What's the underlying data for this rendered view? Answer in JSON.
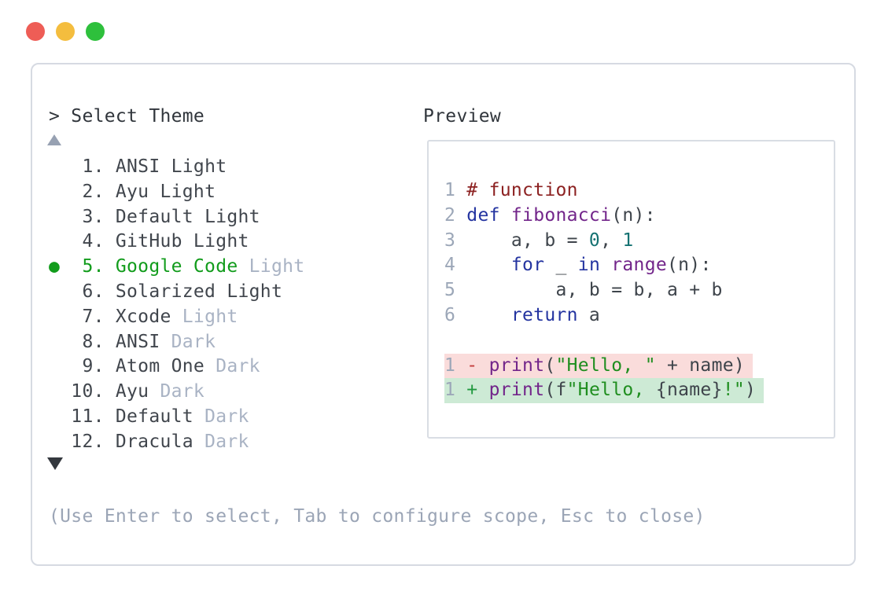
{
  "window": {
    "traffic_lights": [
      {
        "name": "close",
        "color": "#ee5d56"
      },
      {
        "name": "minimize",
        "color": "#f4bd3e"
      },
      {
        "name": "zoom",
        "color": "#2ec03c"
      }
    ]
  },
  "header": {
    "title": "> Select Theme",
    "preview_label": "Preview"
  },
  "icons": {
    "scroll_up": "triangle-up",
    "scroll_down": "triangle-down",
    "selected_bullet": "circle"
  },
  "theme_list": {
    "selected_item": "5. Google Code Light",
    "items": [
      {
        "pre": "   1. ANSI",
        "suffix": " Light",
        "selected": false,
        "muted": false
      },
      {
        "pre": "   2. Ayu",
        "suffix": " Light",
        "selected": false,
        "muted": false
      },
      {
        "pre": "   3. Default",
        "suffix": " Light",
        "selected": false,
        "muted": false
      },
      {
        "pre": "   4. GitHub",
        "suffix": " Light",
        "selected": false,
        "muted": false
      },
      {
        "pre": "●  5. Google Code",
        "suffix": " Light",
        "selected": true,
        "muted": true
      },
      {
        "pre": "   6. Solarized",
        "suffix": " Light",
        "selected": false,
        "muted": false
      },
      {
        "pre": "   7. Xcode",
        "suffix": " Light",
        "selected": false,
        "muted": true
      },
      {
        "pre": "   8. ANSI",
        "suffix": " Dark",
        "selected": false,
        "muted": true
      },
      {
        "pre": "   9. Atom One",
        "suffix": " Dark",
        "selected": false,
        "muted": true
      },
      {
        "pre": "  10. Ayu",
        "suffix": " Dark",
        "selected": false,
        "muted": true
      },
      {
        "pre": "  11. Default",
        "suffix": " Dark",
        "selected": false,
        "muted": true
      },
      {
        "pre": "  12. Dracula",
        "suffix": " Dark",
        "selected": false,
        "muted": true
      }
    ]
  },
  "preview": {
    "code_lines": [
      {
        "num": "1",
        "tokens": [
          [
            "cm",
            "# function"
          ]
        ]
      },
      {
        "num": "2",
        "tokens": [
          [
            "kw",
            "def"
          ],
          [
            "pl",
            " "
          ],
          [
            "nm",
            "fibonacci"
          ],
          [
            "pl",
            "(n):"
          ]
        ]
      },
      {
        "num": "3",
        "tokens": [
          [
            "pl",
            "    a, b = "
          ],
          [
            "lit",
            "0"
          ],
          [
            "pl",
            ", "
          ],
          [
            "lit",
            "1"
          ]
        ]
      },
      {
        "num": "4",
        "tokens": [
          [
            "pl",
            "    "
          ],
          [
            "kw",
            "for"
          ],
          [
            "pl",
            " _ "
          ],
          [
            "kw",
            "in"
          ],
          [
            "pl",
            " "
          ],
          [
            "nm",
            "range"
          ],
          [
            "pl",
            "(n):"
          ]
        ]
      },
      {
        "num": "5",
        "tokens": [
          [
            "pl",
            "        a, b = b, a + b"
          ]
        ]
      },
      {
        "num": "6",
        "tokens": [
          [
            "pl",
            "    "
          ],
          [
            "kw",
            "return"
          ],
          [
            "pl",
            " a"
          ]
        ]
      }
    ],
    "diff_lines": [
      {
        "num": "1",
        "kind": "removed",
        "tokens": [
          [
            "dm",
            "-"
          ],
          [
            "pl",
            " "
          ],
          [
            "nm",
            "print"
          ],
          [
            "pl",
            "("
          ],
          [
            "st",
            "\"Hello, \""
          ],
          [
            "pl",
            " + name)"
          ]
        ]
      },
      {
        "num": "1",
        "kind": "added",
        "tokens": [
          [
            "dp",
            "+"
          ],
          [
            "pl",
            " "
          ],
          [
            "nm",
            "print"
          ],
          [
            "pl",
            "(f"
          ],
          [
            "st",
            "\"Hello, "
          ],
          [
            "pl",
            "{name}"
          ],
          [
            "st",
            "!\""
          ],
          [
            "pl",
            ")"
          ]
        ]
      }
    ]
  },
  "footer": {
    "help": "(Use Enter to select, Tab to configure scope, Esc to close)"
  },
  "colors": {
    "accent_green": "#129c1c",
    "muted_gray": "#a9b3c4",
    "text_dark": "#31363c",
    "panel_border": "#d6dae2",
    "line_number": "#9ca7b8",
    "comment": "#8c2121",
    "keyword": "#2434a0",
    "function_name": "#72258a",
    "literal": "#157272",
    "string": "#1f8e1f",
    "diff_minus": "#c43c3c",
    "diff_plus": "#21993f",
    "removed_bg": "#fadcdb",
    "added_bg": "#cdead5"
  }
}
